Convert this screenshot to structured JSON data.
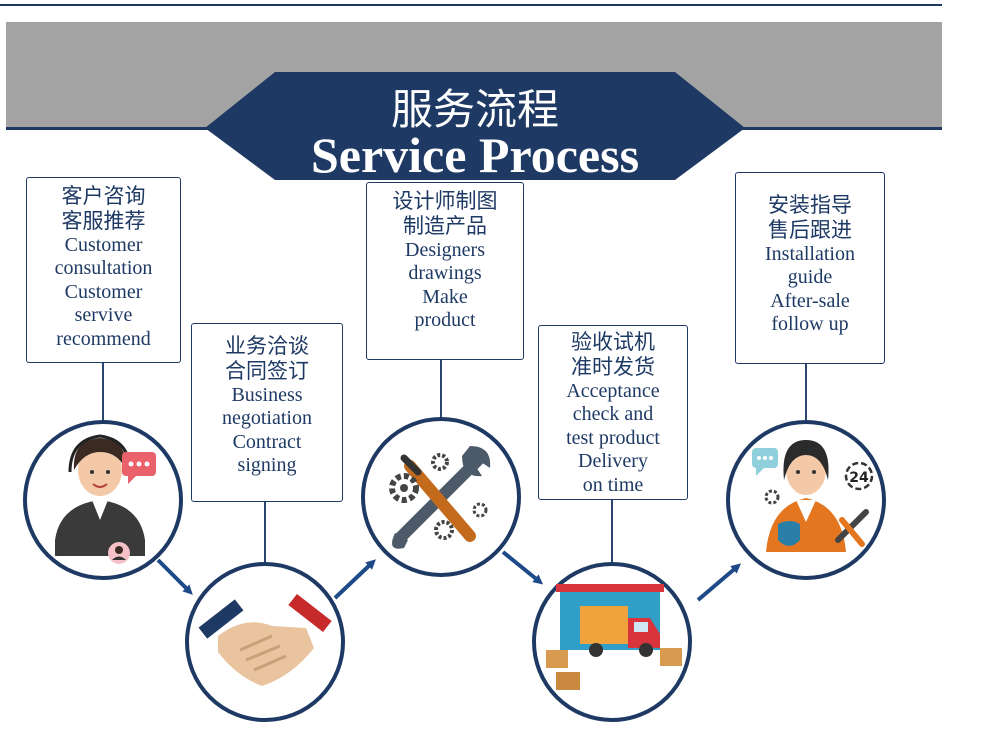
{
  "header": {
    "title_zh": "服务流程",
    "title_en": "Service Process",
    "colors": {
      "banner_gray": "#a3a3a3",
      "navy": "#1e3a64",
      "line": "#2a4470"
    }
  },
  "steps": [
    {
      "zh": [
        "客户咨询",
        "客服推荐"
      ],
      "en": [
        "Customer",
        "consultation",
        "Customer",
        "servive",
        "recommend"
      ],
      "icon": "customer-service-agent-icon"
    },
    {
      "zh": [
        "业务洽谈",
        "合同签订"
      ],
      "en": [
        "Business",
        "negotiation",
        "Contract",
        "signing"
      ],
      "icon": "handshake-icon"
    },
    {
      "zh": [
        "设计师制图",
        "制造产品"
      ],
      "en": [
        "Designers",
        "drawings",
        "Make",
        "product"
      ],
      "icon": "tools-gears-icon"
    },
    {
      "zh": [
        "验收试机",
        "准时发货"
      ],
      "en": [
        "Acceptance",
        "check and",
        "test product",
        "Delivery",
        "on time"
      ],
      "icon": "delivery-truck-icon"
    },
    {
      "zh": [
        "安装指导",
        "售后跟进"
      ],
      "en": [
        "Installation",
        "guide",
        "After-sale",
        "follow up"
      ],
      "icon": "after-sale-support-icon"
    }
  ],
  "badge": {
    "text": "24"
  }
}
